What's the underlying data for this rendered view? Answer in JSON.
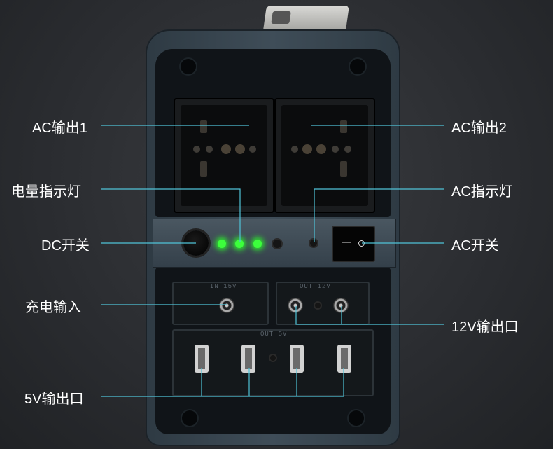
{
  "callouts": {
    "ac_out_1": "AC输出1",
    "ac_out_2": "AC输出2",
    "battery_indicator": "电量指示灯",
    "ac_indicator": "AC指示灯",
    "dc_switch": "DC开关",
    "ac_switch": "AC开关",
    "charge_input": "充电输入",
    "out_12v": "12V输出口",
    "out_5v": "5V输出口"
  },
  "port_labels": {
    "input": "IN 15V",
    "output_12v": "OUT 12V",
    "output_5v": "OUT 5V"
  },
  "battery_leds": [
    {
      "state": "on"
    },
    {
      "state": "on"
    },
    {
      "state": "on"
    },
    {
      "state": "off"
    }
  ],
  "colors": {
    "background": "#2a2c30",
    "led_on": "#3cff3c",
    "callout_line": "#4fc3d8",
    "callout_text": "#ffffff"
  }
}
